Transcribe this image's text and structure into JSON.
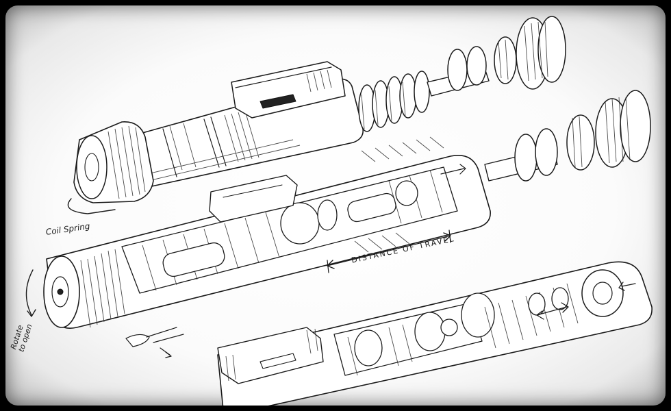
{
  "annotations": {
    "coil_spring": "Coil Spring",
    "distance_of_travel": "DISTANCE OF TRAVEL",
    "rotate_to_open_line1": "Rotate",
    "rotate_to_open_line2": "to open"
  },
  "colors": {
    "ink": "#1a1a1a",
    "paper": "#ffffff",
    "frame": "#000000"
  }
}
